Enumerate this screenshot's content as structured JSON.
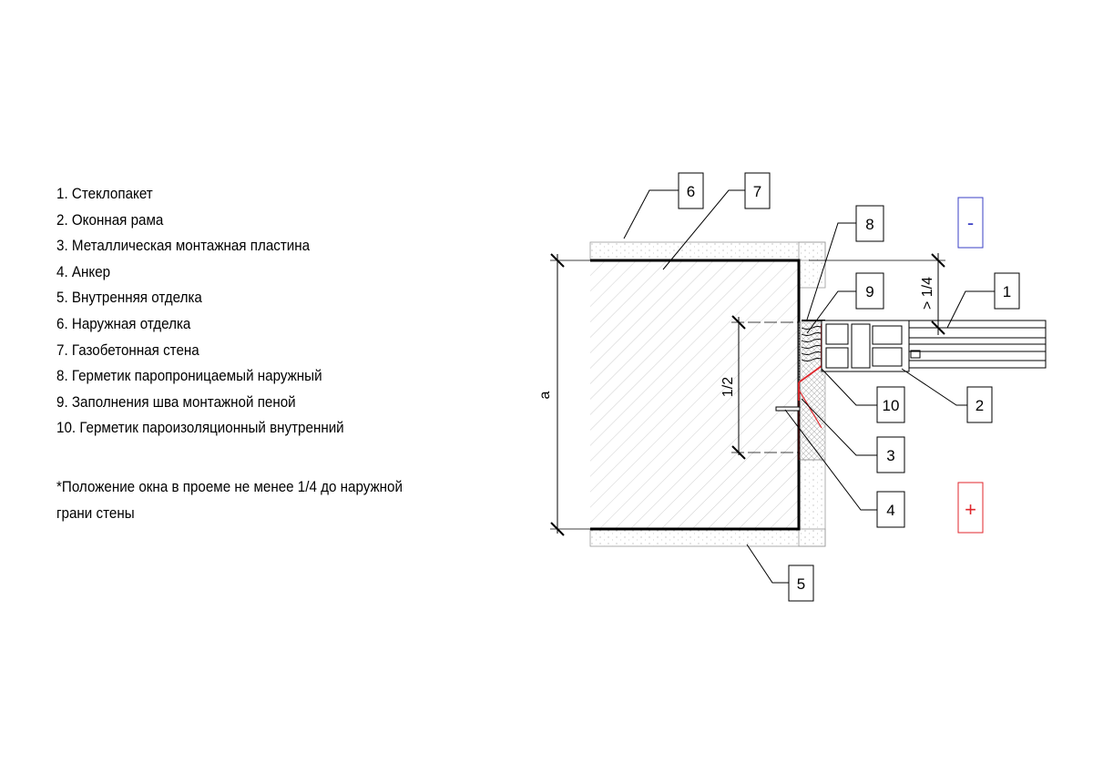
{
  "legend": {
    "items": [
      "1. Стеклопакет",
      "2. Оконная рама",
      "3. Металлическая монтажная пластина",
      "4. Анкер",
      "5. Внутренняя отделка",
      "6. Наружная отделка",
      "7. Газобетонная стена",
      "8. Герметик паропроницаемый наружный",
      "9. Заполнения шва монтажной пеной",
      "10. Герметик пароизоляционный внутренний"
    ]
  },
  "note": {
    "line1": "*Положение окна в проеме не менее 1/4 до наружной",
    "line2": "грани стены"
  },
  "callouts": {
    "c1": "1",
    "c2": "2",
    "c3": "3",
    "c4": "4",
    "c5": "5",
    "c6": "6",
    "c7": "7",
    "c8": "8",
    "c9": "9",
    "c10": "10"
  },
  "dimensions": {
    "wall_thickness": "a",
    "half": "1/2",
    "quarter": "> 1/4"
  },
  "signs": {
    "outside": "-",
    "inside": "+"
  },
  "colors": {
    "outside_sign": "#3a3fc4",
    "inside_sign": "#e0262b",
    "vapor_seal": "#e0262b",
    "line": "#000000"
  }
}
